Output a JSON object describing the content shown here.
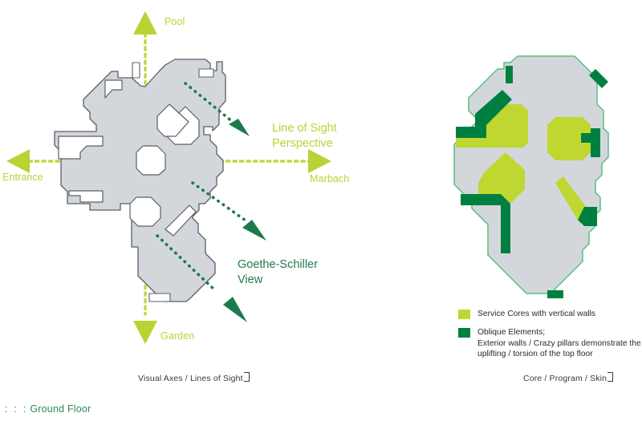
{
  "diagram": {
    "title_left": "Visual Axes / Lines of Sight",
    "title_right": "Core / Program / Skin",
    "footer_label": "Ground Floor",
    "footer_prefix": ": : :"
  },
  "colors": {
    "light_green": "#bfd730",
    "dark_green": "#008040",
    "plan_fill": "#d3d7dc",
    "plan_stroke": "#5a5f66",
    "plan_stroke_right": "#5bbd7f",
    "axis_green": "#b9d335",
    "sight_dark": "#1d7a4c",
    "caption_gray": "#3a3a3a",
    "footer_green": "#2e8b57"
  },
  "left_plan": {
    "axes": [
      {
        "name": "pool",
        "label": "Pool",
        "direction": "up"
      },
      {
        "name": "entrance",
        "label": "Entrance",
        "direction": "left"
      },
      {
        "name": "marbach",
        "label": "Marbach",
        "direction": "right"
      },
      {
        "name": "garden",
        "label": "Garden",
        "direction": "down"
      }
    ],
    "sight_lines": [
      {
        "name": "line-of-sight-perspective",
        "label": "Line of Sight\nPerspective",
        "label_line1": "Line of Sight",
        "label_line2": "Perspective",
        "style": "light"
      },
      {
        "name": "marbach-diagonal",
        "label": "",
        "style": "dark"
      },
      {
        "name": "goethe-schiller-view",
        "label": "Goethe-Schiller\nView",
        "label_line1": "Goethe-Schiller",
        "label_line2": "View",
        "style": "dark"
      }
    ]
  },
  "right_plan": {
    "legend": [
      {
        "name": "service-cores",
        "swatch": "light",
        "color": "#bfd730",
        "text": "Service Cores with vertical walls"
      },
      {
        "name": "oblique-elements",
        "swatch": "dark",
        "color": "#008040",
        "text": "Oblique Elements;\nExterior walls / Crazy pillars demonstrate the\nuplifting / torsion of the top floor"
      }
    ]
  }
}
